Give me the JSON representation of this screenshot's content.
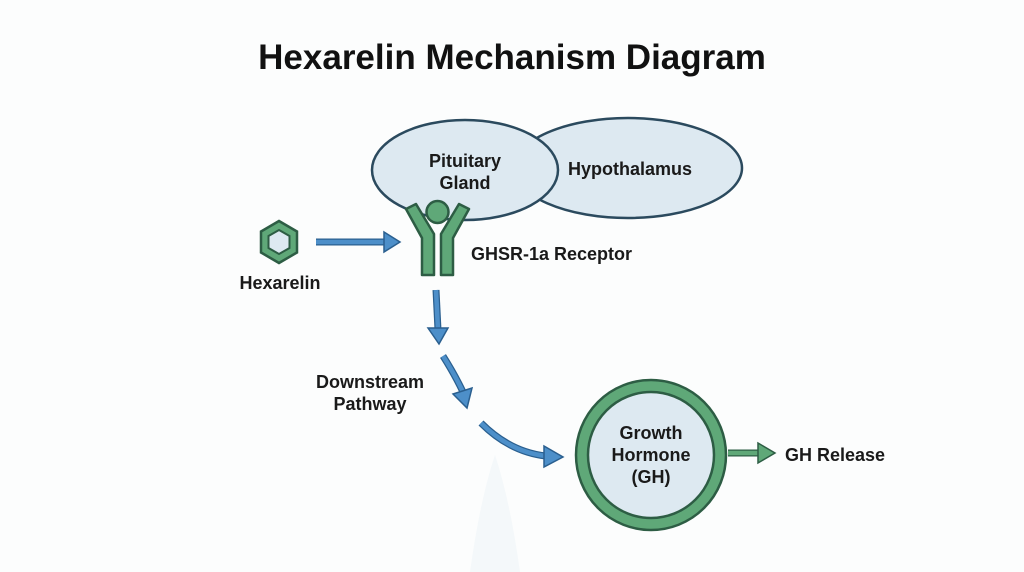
{
  "title": "Hexarelin Mechanism Diagram",
  "nodes": {
    "pituitary": "Pituitary\nGland",
    "hypothalamus": "Hypothalamus",
    "hexarelin": "Hexarelin",
    "receptor": "GHSR-1a Receptor",
    "downstream": "Downstream\nPathway",
    "growth_hormone": "Growth\nHormone\n(GH)",
    "gh_release": "GH Release"
  },
  "colors": {
    "ellipse_fill": "#dde9f1",
    "outline": "#2b4a5e",
    "green": "#5fa878",
    "green_dark": "#2d5d44",
    "arrow": "#4d8fc9",
    "arrow_dark": "#2a5f8f"
  }
}
